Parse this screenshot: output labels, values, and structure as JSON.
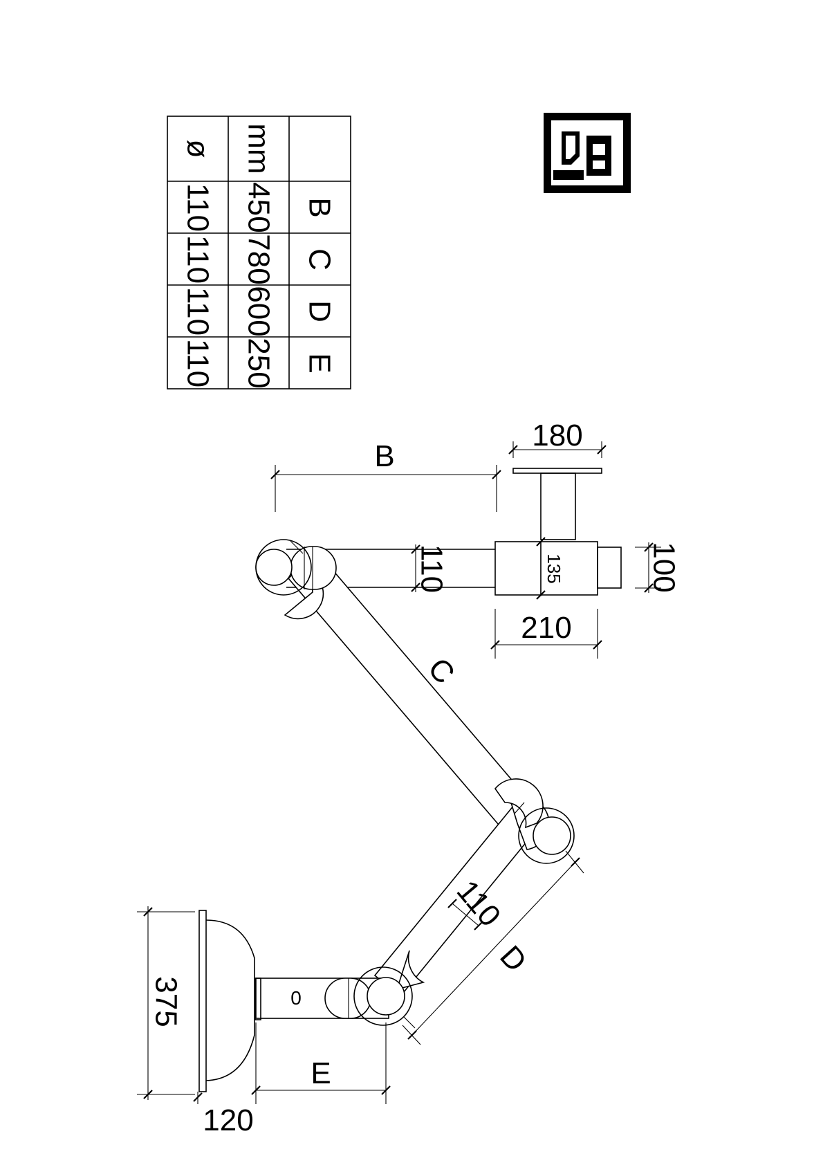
{
  "table": {
    "header": {
      "col1": "ø",
      "col2": "mm",
      "col3": ""
    },
    "rows": [
      {
        "dia": "110",
        "mm": "450",
        "label": "B"
      },
      {
        "dia": "110",
        "mm": "780",
        "label": "C"
      },
      {
        "dia": "110",
        "mm": "600",
        "label": "D"
      },
      {
        "dia": "110",
        "mm": "250",
        "label": "E"
      }
    ]
  },
  "dimensions": {
    "B": "B",
    "C": "C",
    "D": "D",
    "E": "E",
    "top_flange": "180",
    "pipe_dia_top": "110",
    "collar": "135",
    "end_dia": "100",
    "collar_width": "210",
    "pipe_dia_d": "110",
    "hood_height": "375",
    "hood_depth": "120",
    "small_mark": "0"
  },
  "colors": {
    "ink": "#000000",
    "paper": "#ffffff"
  },
  "icons": {
    "logo": "manufacturer-logo"
  }
}
